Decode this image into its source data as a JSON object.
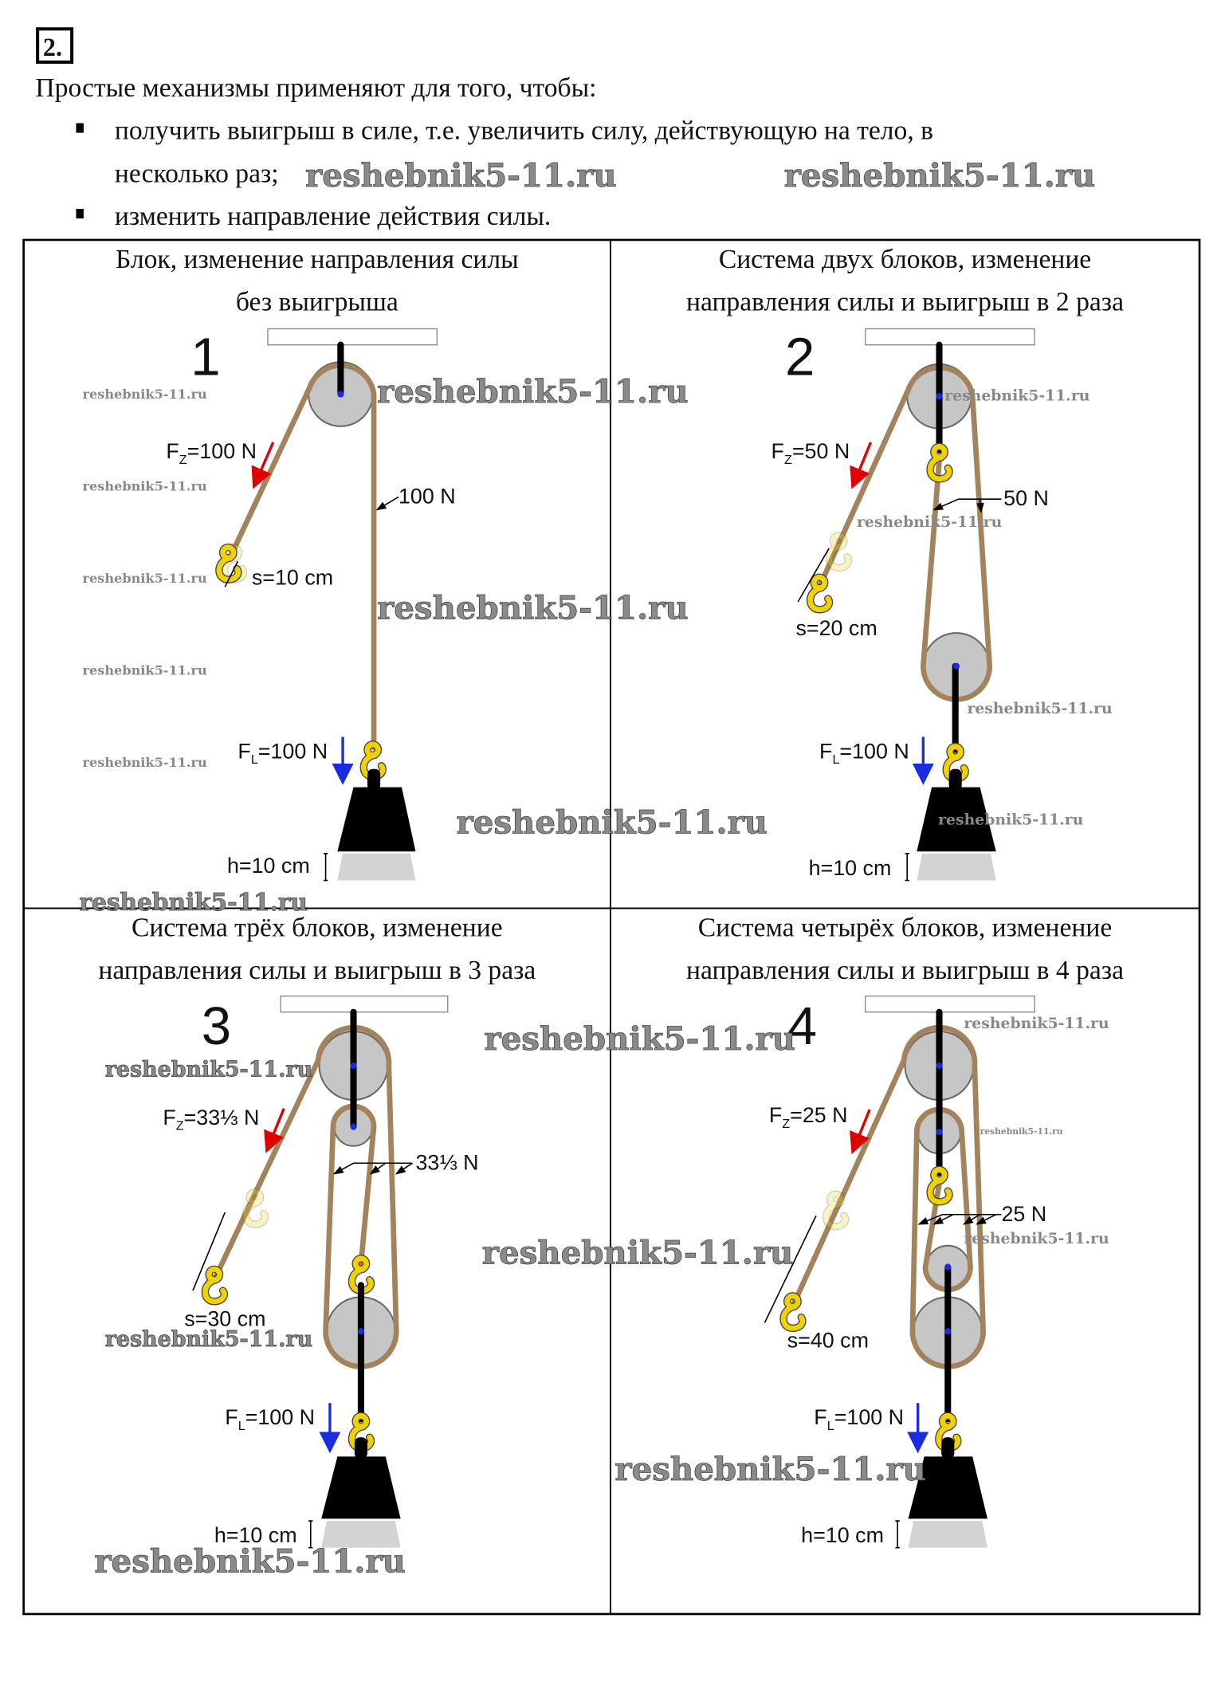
{
  "task_number": "2.",
  "intro": "Простые механизмы применяют для того, чтобы:",
  "bullets": [
    {
      "line1": "получить выигрыш в силе, т.е. увеличить силу, действующую на тело, в",
      "line2": "несколько раз;"
    },
    {
      "line1": "изменить направление действия силы."
    }
  ],
  "watermark": "reshebnik5-11.ru",
  "panels": [
    {
      "title1": "Блок, изменение направления силы",
      "title2": "без выигрыша",
      "number": "1",
      "fz": {
        "f": "F",
        "sub": "Z",
        "value": "=100 N"
      },
      "rope_force": "100 N",
      "s": "s=10 cm",
      "fl": {
        "f": "F",
        "sub": "L",
        "value": "=100 N"
      },
      "h": "h=10 cm"
    },
    {
      "title1": "Система двух блоков, изменение",
      "title2": "направления силы и выигрыш в 2 раза",
      "number": "2",
      "fz": {
        "f": "F",
        "sub": "Z",
        "value": "=50 N"
      },
      "rope_force": "50 N",
      "s": "s=20 cm",
      "fl": {
        "f": "F",
        "sub": "L",
        "value": "=100 N"
      },
      "h": "h=10 cm"
    },
    {
      "title1": "Система трёх блоков, изменение",
      "title2": "направления силы и выигрыш в 3 раза",
      "number": "3",
      "fz": {
        "f": "F",
        "sub": "Z",
        "value": "=33⅓ N"
      },
      "rope_force": "33⅓ N",
      "s": "s=30 cm",
      "fl": {
        "f": "F",
        "sub": "L",
        "value": "=100 N"
      },
      "h": "h=10 cm"
    },
    {
      "title1": "Система четырёх блоков, изменение",
      "title2": "направления силы и выигрыш в 4 раза",
      "number": "4",
      "fz": {
        "f": "F",
        "sub": "Z",
        "value": "=25 N"
      },
      "rope_force": "25 N",
      "s": "s=40 cm",
      "fl": {
        "f": "F",
        "sub": "L",
        "value": "=100 N"
      },
      "h": "h=10 cm"
    }
  ],
  "colors": {
    "rope": "#a3835c",
    "pull_arrow": "#e00000",
    "load_arrow": "#1a2be0",
    "hook": "#f1d100",
    "pulley": "#c6c6c6"
  }
}
